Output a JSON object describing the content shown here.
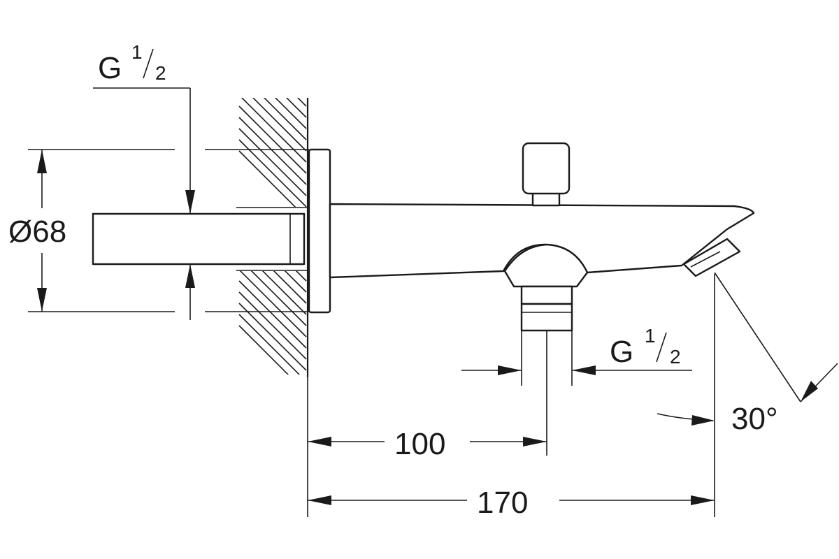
{
  "labels": {
    "thread_top": {
      "main": "G",
      "sup": "1",
      "sub": "2"
    },
    "thread_bottom": {
      "main": "G",
      "sup": "1",
      "sub": "2"
    },
    "diameter": "Ø68",
    "dim_100": "100",
    "dim_170": "170",
    "angle": "30°"
  },
  "colors": {
    "line": "#1a1a1a",
    "background": "#ffffff"
  }
}
